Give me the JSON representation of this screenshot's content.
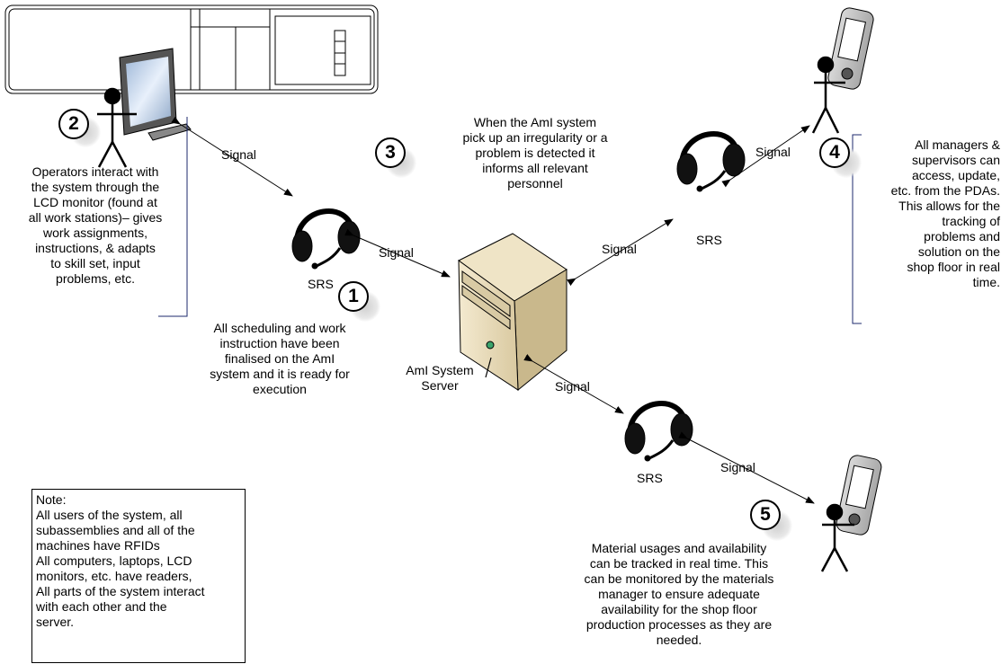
{
  "numbers": {
    "n1": "1",
    "n2": "2",
    "n3": "3",
    "n4": "4",
    "n5": "5"
  },
  "signals": {
    "s1": "Signal",
    "s2": "Signal",
    "s3": "Signal",
    "s4": "Signal",
    "s5": "Signal",
    "s6": "Signal"
  },
  "srs": {
    "a": "SRS",
    "b": "SRS",
    "c": "SRS"
  },
  "server_label": [
    "AmI System",
    "Server"
  ],
  "step1_text": [
    "All scheduling and work",
    "instruction have been",
    "finalised on the AmI",
    "system and it is ready for",
    "execution"
  ],
  "step2_text": [
    "Operators interact with",
    "the system through the",
    "LCD monitor (found at",
    "all work stations)– gives",
    "work assignments,",
    "instructions, & adapts",
    "to skill set, input",
    "problems, etc."
  ],
  "step3_text": [
    "When the AmI system",
    "pick up an irregularity or a",
    "problem is detected it",
    "informs all relevant",
    "personnel"
  ],
  "step4_text": [
    "All managers &",
    "supervisors can",
    "access, update,",
    "etc. from the PDAs.",
    "This allows for the",
    "tracking of",
    "problems and",
    "solution on the",
    "shop floor in real",
    "time."
  ],
  "step5_text": [
    "Material usages and availability",
    "can be tracked in real time. This",
    "can be monitored by the materials",
    "manager to ensure adequate",
    "availability for the shop floor",
    "production processes as they are",
    "needed."
  ],
  "note_lines": [
    "Note:",
    "All users of the system, all",
    "subassemblies and all of the",
    "machines have RFIDs",
    "All computers, laptops, LCD",
    "monitors, etc. have readers,",
    "All parts of the system interact",
    "with each other and the",
    "server."
  ]
}
